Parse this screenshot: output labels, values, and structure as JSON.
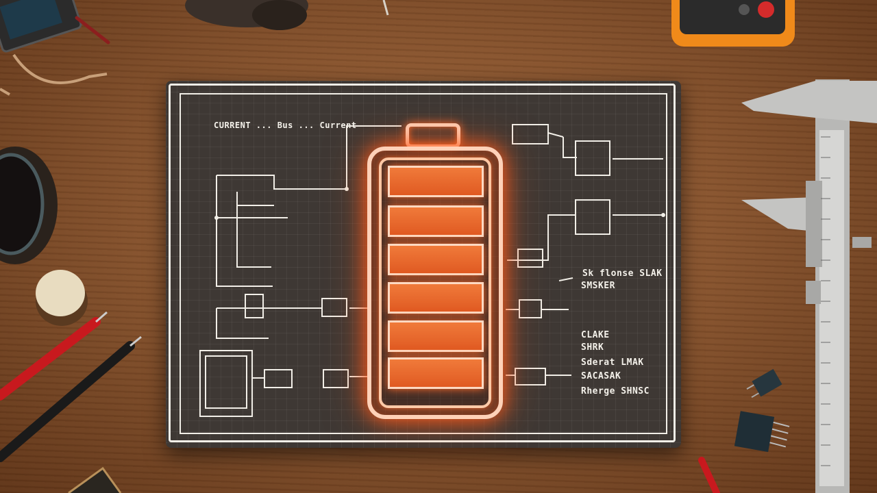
{
  "schematic_labels": {
    "top_left_title": "CURRENT ... Bus ... Current",
    "right_label_1": "Sk flonse SLAK",
    "right_label_2": "SMSKER",
    "right_label_3": "CLAKE",
    "right_label_4": "SHRK",
    "right_label_5": "Sderat LMAK",
    "right_label_6": "SACASAK",
    "right_label_7": "Rherge SHNSC"
  },
  "battery": {
    "cell_count": 6,
    "glow_color": "#ff5a1a",
    "cell_color": "#e8632a"
  },
  "colors": {
    "board": "#3e3834",
    "line": "#f2efe8",
    "wood": "#8a5630"
  }
}
